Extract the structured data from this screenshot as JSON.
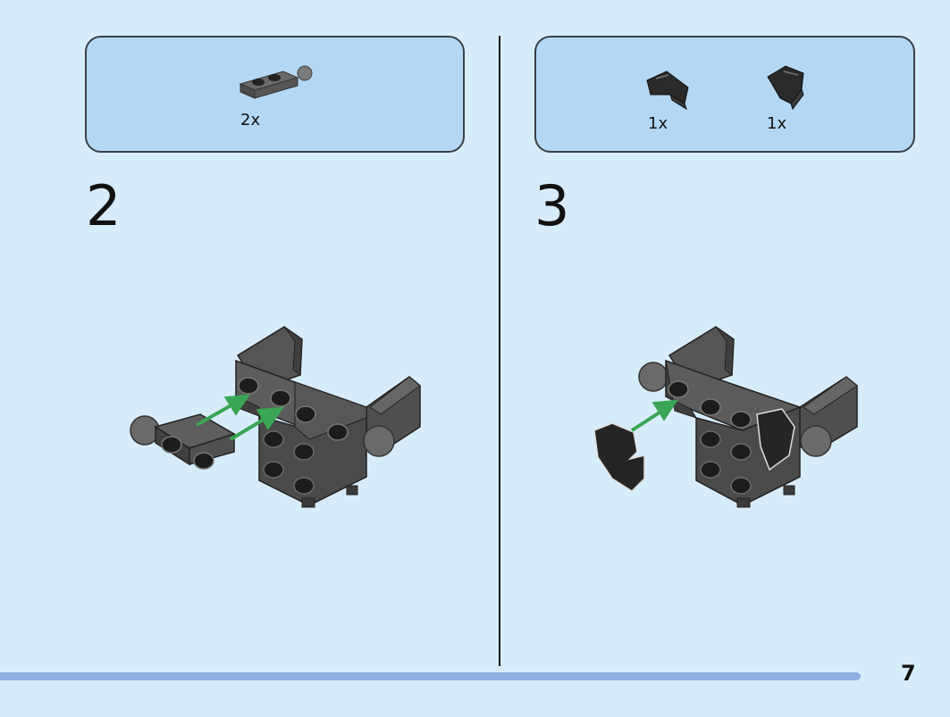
{
  "steps": [
    {
      "number": "2",
      "parts": [
        {
          "name": "plate-1x2-with-ball",
          "quantity": "2x",
          "color": "#5a5a5a"
        }
      ],
      "arrow_color": "#3aa655"
    },
    {
      "number": "3",
      "parts": [
        {
          "name": "curved-slope-left",
          "quantity": "1x",
          "color": "#222222"
        },
        {
          "name": "curved-slope-right",
          "quantity": "1x",
          "color": "#222222"
        }
      ],
      "arrow_color": "#3aa655"
    }
  ],
  "page": {
    "number": "7"
  },
  "colors": {
    "background": "#d7ecfb",
    "parts_box": "#b4d8f4",
    "progress_bar": "#8eaee0",
    "brick": "#4b4b4b"
  }
}
